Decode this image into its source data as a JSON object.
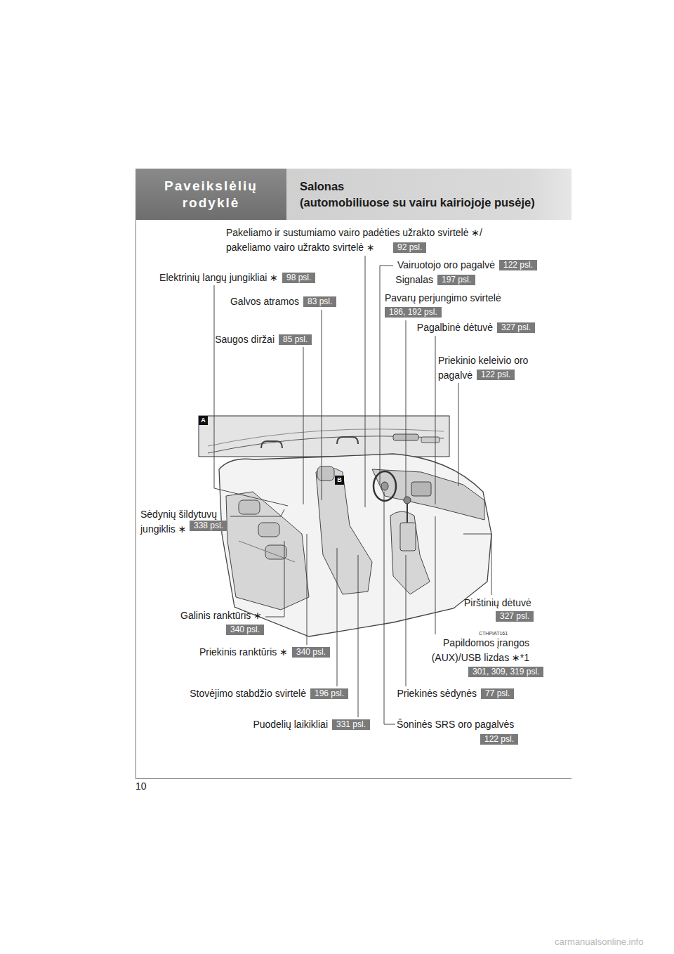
{
  "diagram": {
    "nodes": [
      {
        "text": [
          "Paveikslėlių rodyklė"
        ]
      },
      {
        "text": [
          "Salonas",
          "(automobiliuose su vairu kairiojoje pusėje)"
        ]
      },
      {
        "text": [
          "Pakeliamo ir sustumiamo vairo padėties užrakto svirtelė ∗/ pakeliamo vairo užrakto svirtelė ∗",
          "92 psl."
        ]
      },
      {
        "text": [
          "Vairuotojo oro pagalvė",
          "122 psl."
        ]
      },
      {
        "text": [
          "Signalas",
          "197 psl."
        ]
      },
      {
        "text": [
          "Elektrinių langų jungikliai ∗",
          "98 psl."
        ]
      },
      {
        "text": [
          "Galvos atramos",
          "83 psl."
        ]
      },
      {
        "text": [
          "Pavarų perjungimo svirtelė",
          "186, 192 psl."
        ]
      },
      {
        "text": [
          "Pagalbinė dėtuvė",
          "327 psl."
        ]
      },
      {
        "text": [
          "Saugos diržai",
          "85 psl."
        ]
      },
      {
        "text": [
          "Priekinio keleivio oro pagalvė",
          "122 psl."
        ]
      },
      {
        "text": [
          "A"
        ]
      },
      {
        "text": [
          "B"
        ]
      },
      {
        "text": [
          "Sėdynių šildytuvų jungiklis ∗",
          "338 psl."
        ]
      },
      {
        "text": [
          "Pirštinių dėtuvė",
          "327 psl."
        ]
      },
      {
        "text": [
          "Galinis ranktūris ∗",
          "340 psl."
        ]
      },
      {
        "text": [
          "Papildomos įrangos (AUX)/USB lizdas ∗*1",
          "301, 309, 319 psl."
        ]
      },
      {
        "text": [
          "Priekinis ranktūris ∗",
          "340 psl."
        ]
      },
      {
        "text": [
          "Stovėjimo stabdžio svirtelė",
          "196 psl."
        ]
      },
      {
        "text": [
          "Priekinės sėdynės",
          "77 psl."
        ]
      },
      {
        "text": [
          "Puodelių laikikliai",
          "331 psl."
        ]
      },
      {
        "text": [
          "Šoninės SRS oro pagalvės",
          "122 psl."
        ]
      }
    ],
    "labels": [
      "CTHPIAT161",
      "10",
      "carmanualsonline.info"
    ]
  }
}
